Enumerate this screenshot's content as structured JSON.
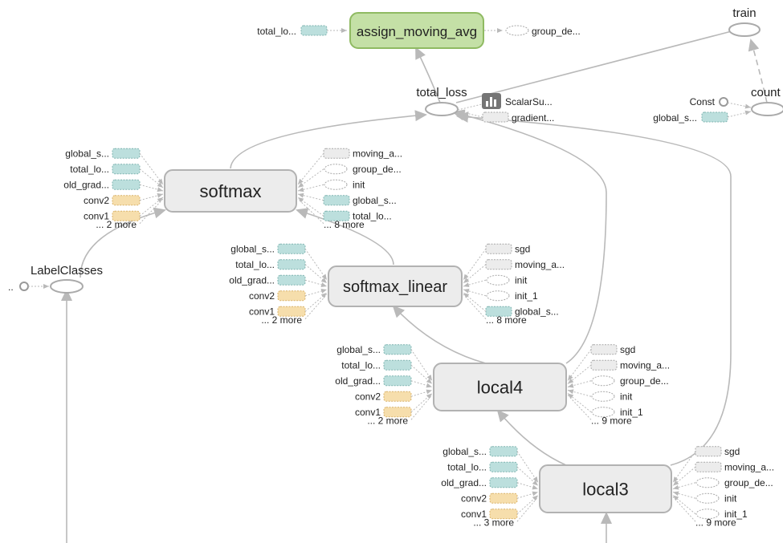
{
  "colors": {
    "teal": "#bcdfdd",
    "orange": "#f6deac",
    "gray": "#ececec",
    "green": "#c4e0a6",
    "edge": "#b9b9b9"
  },
  "top": {
    "assign": {
      "label": "assign_moving_avg",
      "in": "total_lo...",
      "out": "group_de..."
    },
    "train": "train",
    "total_loss": "total_loss",
    "scalar": "ScalarSu...",
    "gradient": "gradient...",
    "count": "count",
    "const": "Const",
    "count_in": "global_s..."
  },
  "label_classes": {
    "label": "LabelClasses",
    "in": ".."
  },
  "softmax": {
    "label": "softmax",
    "left": [
      {
        "t": "global_s...",
        "c": "teal"
      },
      {
        "t": "total_lo...",
        "c": "teal"
      },
      {
        "t": "old_grad...",
        "c": "teal"
      },
      {
        "t": "conv2",
        "c": "orange"
      },
      {
        "t": "conv1",
        "c": "orange"
      }
    ],
    "left_more": "... 2 more",
    "right": [
      {
        "t": "moving_a...",
        "c": "gray"
      },
      {
        "t": "group_de...",
        "c": "oval"
      },
      {
        "t": "init",
        "c": "oval"
      },
      {
        "t": "global_s...",
        "c": "teal"
      },
      {
        "t": "total_lo...",
        "c": "teal"
      }
    ],
    "right_more": "... 8 more"
  },
  "softmax_linear": {
    "label": "softmax_linear",
    "left": [
      {
        "t": "global_s...",
        "c": "teal"
      },
      {
        "t": "total_lo...",
        "c": "teal"
      },
      {
        "t": "old_grad...",
        "c": "teal"
      },
      {
        "t": "conv2",
        "c": "orange"
      },
      {
        "t": "conv1",
        "c": "orange"
      }
    ],
    "left_more": "... 2 more",
    "right": [
      {
        "t": "sgd",
        "c": "gray"
      },
      {
        "t": "moving_a...",
        "c": "gray"
      },
      {
        "t": "init",
        "c": "oval"
      },
      {
        "t": "init_1",
        "c": "oval"
      },
      {
        "t": "global_s...",
        "c": "teal"
      }
    ],
    "right_more": "... 8 more"
  },
  "local4": {
    "label": "local4",
    "left": [
      {
        "t": "global_s...",
        "c": "teal"
      },
      {
        "t": "total_lo...",
        "c": "teal"
      },
      {
        "t": "old_grad...",
        "c": "teal"
      },
      {
        "t": "conv2",
        "c": "orange"
      },
      {
        "t": "conv1",
        "c": "orange"
      }
    ],
    "left_more": "... 2 more",
    "right": [
      {
        "t": "sgd",
        "c": "gray"
      },
      {
        "t": "moving_a...",
        "c": "gray"
      },
      {
        "t": "group_de...",
        "c": "oval"
      },
      {
        "t": "init",
        "c": "oval"
      },
      {
        "t": "init_1",
        "c": "oval"
      }
    ],
    "right_more": "... 9 more"
  },
  "local3": {
    "label": "local3",
    "left": [
      {
        "t": "global_s...",
        "c": "teal"
      },
      {
        "t": "total_lo...",
        "c": "teal"
      },
      {
        "t": "old_grad...",
        "c": "teal"
      },
      {
        "t": "conv2",
        "c": "orange"
      },
      {
        "t": "conv1",
        "c": "orange"
      }
    ],
    "left_more": "... 3 more",
    "right": [
      {
        "t": "sgd",
        "c": "gray"
      },
      {
        "t": "moving_a...",
        "c": "gray"
      },
      {
        "t": "group_de...",
        "c": "oval"
      },
      {
        "t": "init",
        "c": "oval"
      },
      {
        "t": "init_1",
        "c": "oval"
      }
    ],
    "right_more": "... 9 more"
  }
}
